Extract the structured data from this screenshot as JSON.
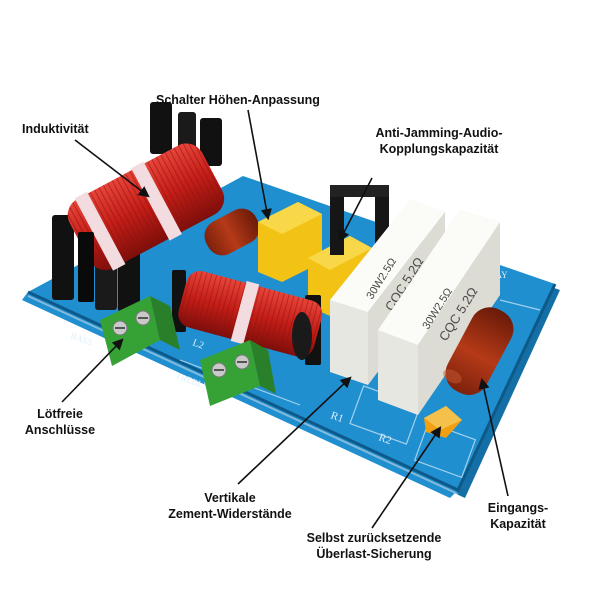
{
  "callouts": {
    "inductance": "Induktivität",
    "treble_switch": "Schalter Höhen-Anpassung",
    "coupling_cap_line1": "Anti-Jamming-Audio-",
    "coupling_cap_line2": "Kopplungskapazität",
    "terminals_line1": "Lötfreie",
    "terminals_line2": "Anschlüsse",
    "resistors_line1": "Vertikale",
    "resistors_line2": "Zement-Widerstände",
    "fuse_line1": "Selbst zurücksetzende",
    "fuse_line2": "Überlast-Sicherung",
    "input_cap_line1": "Eingangs-",
    "input_cap_line2": "Kapazität"
  },
  "board_text": {
    "resistor1_text1": "30W2.5Ω",
    "resistor1_text2": "CQC 5.2Ω",
    "resistor2_text1": "30W2.5Ω",
    "resistor2_text2": "CQC 5.2Ω",
    "r1": "R1",
    "r2": "R2",
    "bass": "BASS",
    "treble": "TREBLE",
    "l2": "L2",
    "way": "WAY"
  },
  "colors": {
    "pcb": "#1f8fd0",
    "coil": "#c8201a",
    "terminal": "#3aa83a",
    "yellow_cap": "#f2c315",
    "resistor": "#f4f4f0",
    "film_cap": "#a33012",
    "fuse": "#f0a010"
  }
}
